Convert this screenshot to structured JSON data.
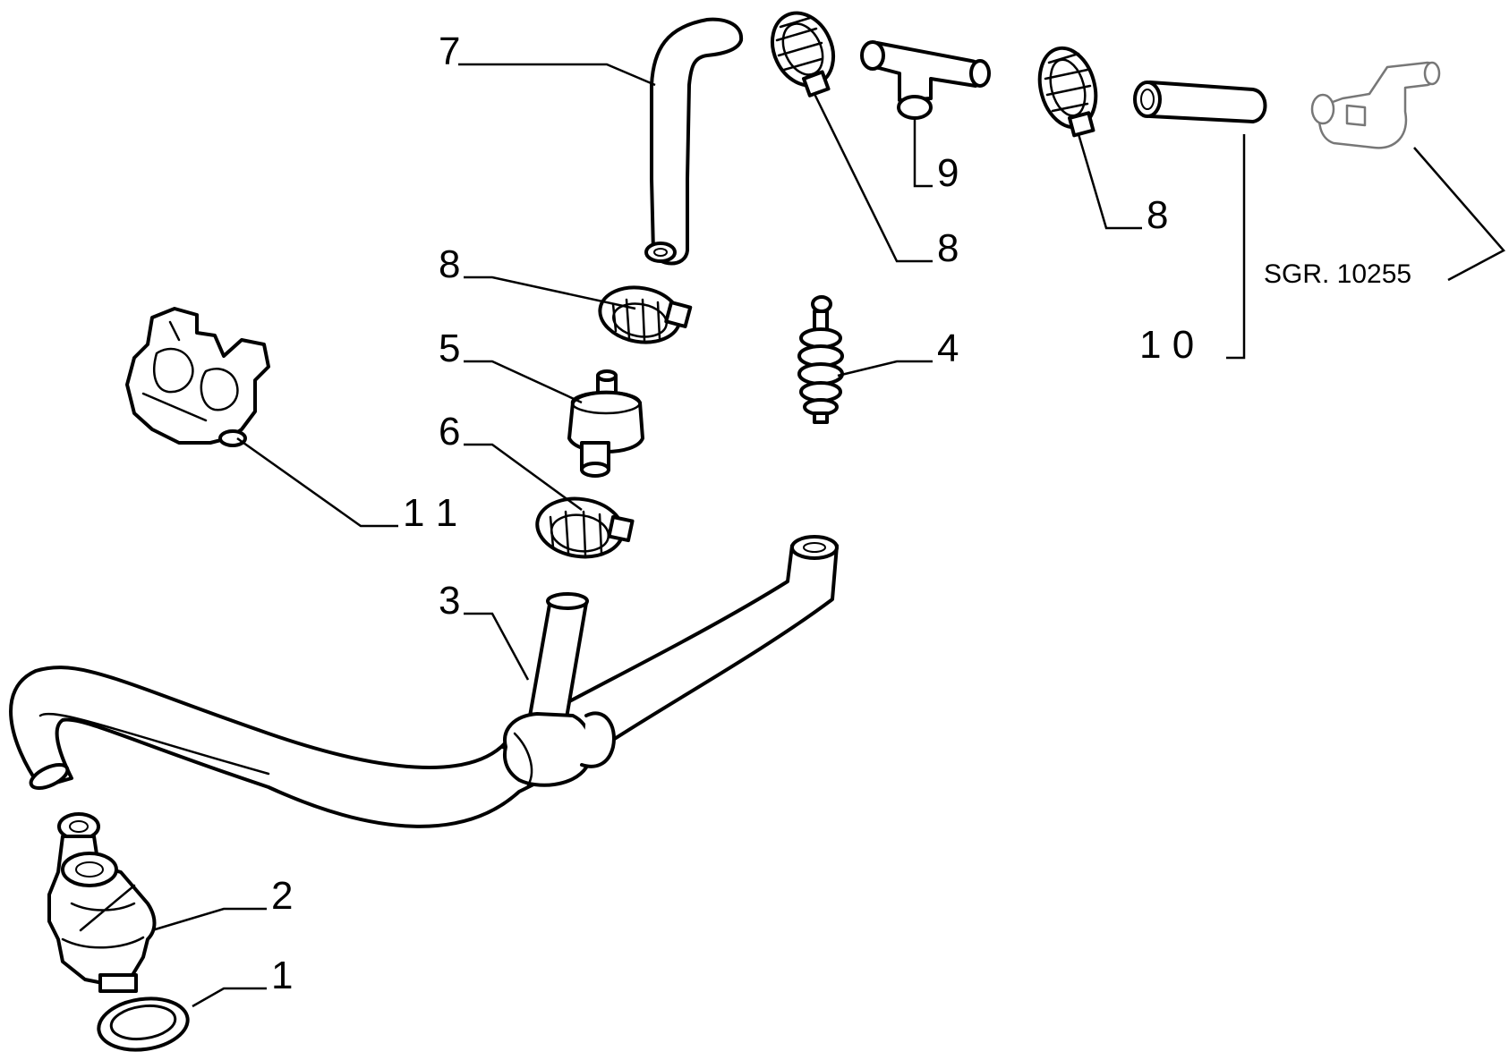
{
  "diagram": {
    "callouts": {
      "c1": "1",
      "c2": "2",
      "c3": "3",
      "c4": "4",
      "c5": "5",
      "c6": "6",
      "c7": "7",
      "c8a": "8",
      "c8b": "8",
      "c8c": "8",
      "c9": "9",
      "c10": "1 0",
      "c11": "1 1"
    },
    "reference": "SGR. 10255"
  }
}
